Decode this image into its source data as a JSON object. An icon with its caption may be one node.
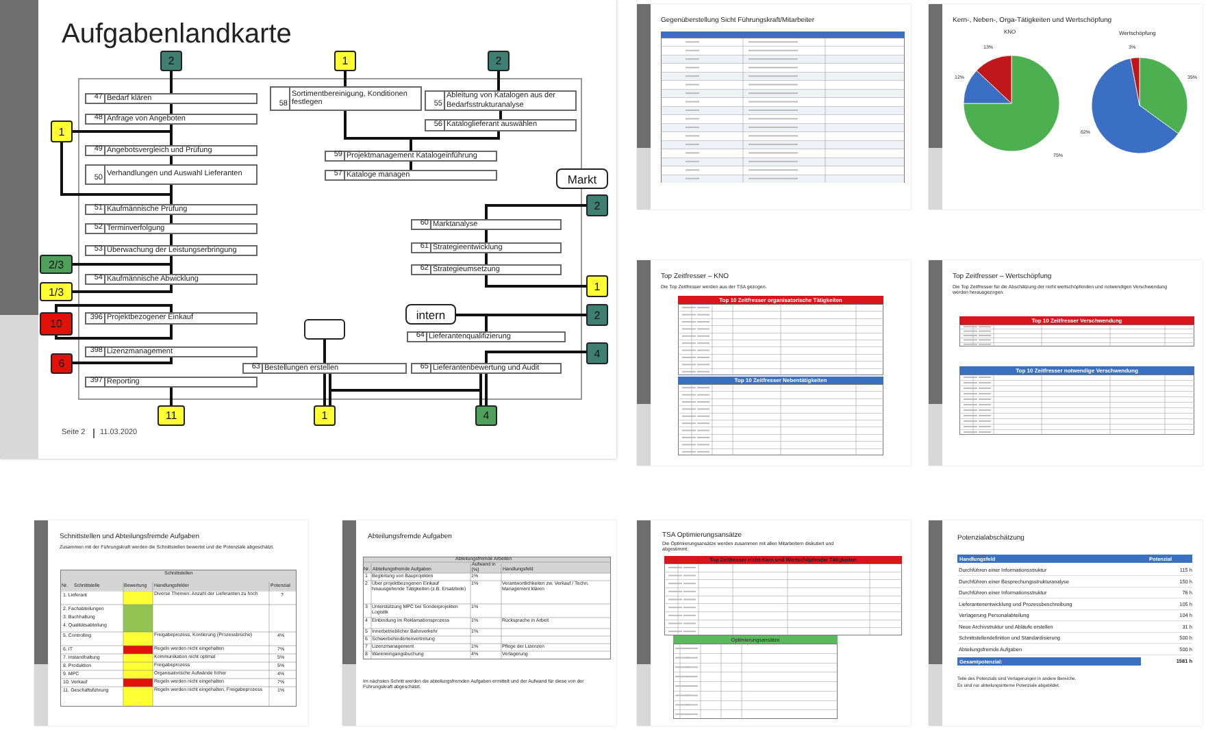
{
  "diagram": {
    "title": "Aufgabenlandkarte",
    "nodes": [
      {
        "text": [
          "2"
        ]
      },
      {
        "text": [
          "1"
        ]
      },
      {
        "text": [
          "2"
        ]
      },
      {
        "text": [
          "47",
          "Bedarf klären"
        ]
      },
      {
        "text": [
          "58",
          "Sortimentbereinigung, Konditionen festlegen"
        ]
      },
      {
        "text": [
          "55",
          "Ableitung von Katalogen aus der Bedarfsstrukturanalyse"
        ]
      },
      {
        "text": [
          "48",
          "Anfrage von Angeboten"
        ]
      },
      {
        "text": [
          "56",
          "Kataloglieferant auswählen"
        ]
      },
      {
        "text": [
          "1"
        ]
      },
      {
        "text": [
          "49",
          "Angebotsvergleich und Prüfung"
        ]
      },
      {
        "text": [
          "59",
          "Projektmanagement Katalogeinführung"
        ]
      },
      {
        "text": [
          "50",
          "Verhandlungen und Auswahl Lieferanten"
        ]
      },
      {
        "text": [
          "57",
          "Kataloge managen"
        ]
      },
      {
        "text": [
          "Markt"
        ]
      },
      {
        "text": [
          "2"
        ]
      },
      {
        "text": [
          "51",
          "Kaufmännische Prüfung"
        ]
      },
      {
        "text": [
          "60",
          "Marktanalyse"
        ]
      },
      {
        "text": [
          "52",
          "Terminverfolgung"
        ]
      },
      {
        "text": [
          "61",
          "Strategieentwicklung"
        ]
      },
      {
        "text": [
          "53",
          "Überwachung der Leistungserbringung"
        ]
      },
      {
        "text": [
          "62",
          "Strategieumsetzung"
        ]
      },
      {
        "text": [
          "2/3"
        ]
      },
      {
        "text": [
          "54",
          "Kaufmännische Abwicklung"
        ]
      },
      {
        "text": [
          "1/3"
        ]
      },
      {
        "text": [
          "1"
        ]
      },
      {
        "text": [
          "intern"
        ]
      },
      {
        "text": [
          "2"
        ]
      },
      {
        "text": [
          "396",
          "Projektbezogener Einkauf"
        ]
      },
      {
        "text": [
          "10"
        ]
      },
      {
        "text": [
          "64",
          "Lieferantenqualifizierung"
        ]
      },
      {
        "text": [],
        "shape": "box"
      },
      {
        "text": [
          "4"
        ]
      },
      {
        "text": [
          "398",
          "Lizenzmanagement"
        ]
      },
      {
        "text": [
          "6"
        ]
      },
      {
        "text": [
          "63",
          "Bestellungen erstellen"
        ]
      },
      {
        "text": [
          "65",
          "Lieferantenbewertung und Audit"
        ]
      },
      {
        "text": [
          "397",
          "Reporting"
        ]
      },
      {
        "text": [
          "11"
        ]
      },
      {
        "text": [
          "1"
        ]
      },
      {
        "text": [
          "4"
        ]
      }
    ],
    "edges": [
      {
        "from": 0,
        "to": 3,
        "arrow": "none"
      },
      {
        "from": 3,
        "to": 6,
        "arrow": "none"
      },
      {
        "from": 6,
        "to": 9,
        "arrow": "none"
      },
      {
        "from": 8,
        "to": 9,
        "arrow": "none"
      },
      {
        "from": 9,
        "to": 11,
        "arrow": "none"
      },
      {
        "from": 8,
        "to": 11,
        "arrow": "none"
      },
      {
        "from": 11,
        "to": 15,
        "arrow": "none"
      },
      {
        "from": 15,
        "to": 17,
        "arrow": "none"
      },
      {
        "from": 17,
        "to": 19,
        "arrow": "none"
      },
      {
        "from": 21,
        "to": 19,
        "arrow": "none"
      },
      {
        "from": 19,
        "to": 22,
        "arrow": "none"
      },
      {
        "from": 23,
        "to": 22,
        "arrow": "none"
      },
      {
        "from": 28,
        "to": 27,
        "arrow": "none"
      },
      {
        "from": 33,
        "to": 32,
        "arrow": "none"
      },
      {
        "from": 36,
        "to": 37,
        "arrow": "none"
      },
      {
        "from": 1,
        "to": 4,
        "arrow": "none"
      },
      {
        "from": 2,
        "to": 5,
        "arrow": "none"
      },
      {
        "from": 5,
        "to": 7,
        "arrow": "none"
      },
      {
        "from": 4,
        "to": 10,
        "arrow": "none"
      },
      {
        "from": 7,
        "to": 10,
        "arrow": "none"
      },
      {
        "from": 10,
        "to": 12,
        "arrow": "none"
      },
      {
        "from": 14,
        "to": 16,
        "arrow": "none"
      },
      {
        "from": 16,
        "to": 18,
        "arrow": "none"
      },
      {
        "from": 18,
        "to": 20,
        "arrow": "none"
      },
      {
        "from": 20,
        "to": 24,
        "arrow": "none"
      },
      {
        "from": 25,
        "to": 29,
        "arrow": "none"
      },
      {
        "from": 26,
        "to": 29,
        "arrow": "none"
      },
      {
        "from": 31,
        "to": 35,
        "arrow": "none"
      },
      {
        "from": 30,
        "to": 34,
        "arrow": "none"
      },
      {
        "from": 34,
        "to": 38,
        "arrow": "none"
      },
      {
        "from": 34,
        "to": 39,
        "arrow": "none"
      },
      {
        "from": 35,
        "to": 38,
        "arrow": "none"
      },
      {
        "from": 35,
        "to": 39,
        "arrow": "none"
      },
      {
        "from": 28,
        "to": 27,
        "arrow": "none"
      }
    ],
    "labels": [
      "Seite 2",
      "11.03.2020",
      "Gegenüberstellung Sicht Führungskraft/Mitarbeiter",
      "Kern-, Neben-, Orga-Tätigkeiten und Wertschöpfung",
      "KNO",
      "Wertschöpfung",
      "13%",
      "12%",
      "75%",
      "3%",
      "35%",
      "62%",
      "Top Zeitfresser – KNO",
      "Die Top Zeitfresser werden aus der TSA gezogen.",
      "Top 10 Zeitfresser organisatorische Tätigkeiten",
      "Top 10 Zeitfresser Nebentätigkeiten",
      "Top Zeitfresser – Wertschöpfung",
      "Die Top Zeitfresser für die Abschätzung der nicht wertschöpfenden und notwendigen Verschwendung werden herausgezogen.",
      "Top 10 Zeitfresser Verschwendung",
      "Top 10 Zeitfresser notwendige Verschwendung",
      "Schnittstellen und Abteilungsfremde Aufgaben",
      "Zusammen mit der Führungskraft werden die Schnittstellen bewertet und die Potenziale abgeschätzt.",
      "Schnittstellen",
      "Nr.",
      "Schnittstelle",
      "Bewertung",
      "Handlungsfelder",
      "Potenzial",
      "1. Lieferant",
      "Diverse Themen: Anzahl der Lieferanten zu hoch",
      "?",
      "2. Fachabteilungen",
      "3. Buchhaltung",
      "4. Qualitätsabteilung",
      "5. Controlling",
      "Freigabeprozess, Kontierung (Prozessbrüche)",
      "4%",
      "6. IT",
      "Regeln werden nicht eingehalten",
      "7%",
      "7. Instandhaltung",
      "Kommunikation nicht optimal",
      "5%",
      "8. Produktion",
      "Freigabeprozess",
      "5%",
      "9. MPC",
      "Organisatorische Aufwände höher",
      "4%",
      "10. Verkauf",
      "Regeln werden nicht eingehalten",
      "7%",
      "11. Geschäftsführung",
      "Regeln werden nicht eingehalten, Freigabeprozess",
      "1%",
      "Abteilungsfremde Aufgaben",
      "Abteilungsfremde Arbeiten",
      "Nr.",
      "Abteilungsfremde Aufgaben",
      "Aufwand in [%]",
      "Handlungsfeld",
      "1",
      "Begleitung von Bauprojekten",
      "1%",
      "2",
      "Über projektbezogenen Einkauf hinausgehende Tätigkeiten (z.B. Ersatzteile)",
      "1%",
      "Verantwortlichkeiten zw. Verkauf / Techn. Management klären",
      "3",
      "Unterstützung MPC bei Sonderprojekten Logistik",
      "1%",
      "4",
      "Einbindung im Reklamationsprozess",
      "1%",
      "Rücksprache in Arbeit",
      "5",
      "Innerbetrieblicher Bahnverkehr",
      "1%",
      "6",
      "Schwerbehindertenvertretung",
      "7",
      "Lizenzmanagement",
      "1%",
      "Pflege der Lizenzen",
      "8",
      "Wareneingangsbuchung",
      "4%",
      "Verlagerung",
      "Im nächsten Schritt werden die abteilungsfremden Aufgaben ermittelt und der Aufwand für diese von der Führungskraft abgeschätzt.",
      "TSA Optimierungsansätze",
      "Die Optimierungsansätze werden zusammen mit allen Mitarbeitern diskutiert und abgestimmt.",
      "Top Zeitfresser nicht-Kern und Wertschöpfender Tätigkeiten",
      "Optimierungsansätze",
      "Potenzialabschätzung",
      "Handlungsfeld",
      "Potenzial",
      "Durchführen einer Informationsstruktur",
      "115 h",
      "Durchführen einer Besprechungsstrukturanalyse",
      "150 h",
      "Durchführen einer Informationsstruktur",
      "76 h",
      "Lieferantenentwicklung und Prozessbeschreibung",
      "105 h",
      "Verlagerung Personalabteilung",
      "104 h",
      "Neue Archivstruktur und Abläufe erstellen",
      "31 h",
      "Schnittstellendefinition und Standardisierung",
      "500 h",
      "Abteilungsfremde Aufgaben",
      "500 h",
      "Gesamtpotenzial:",
      "1581 h",
      "Teile des Potenzials sind Verlagerungen in andere Bereiche.",
      "Es sind nur abteilungsinterne Potenziale abgebildet."
    ]
  }
}
